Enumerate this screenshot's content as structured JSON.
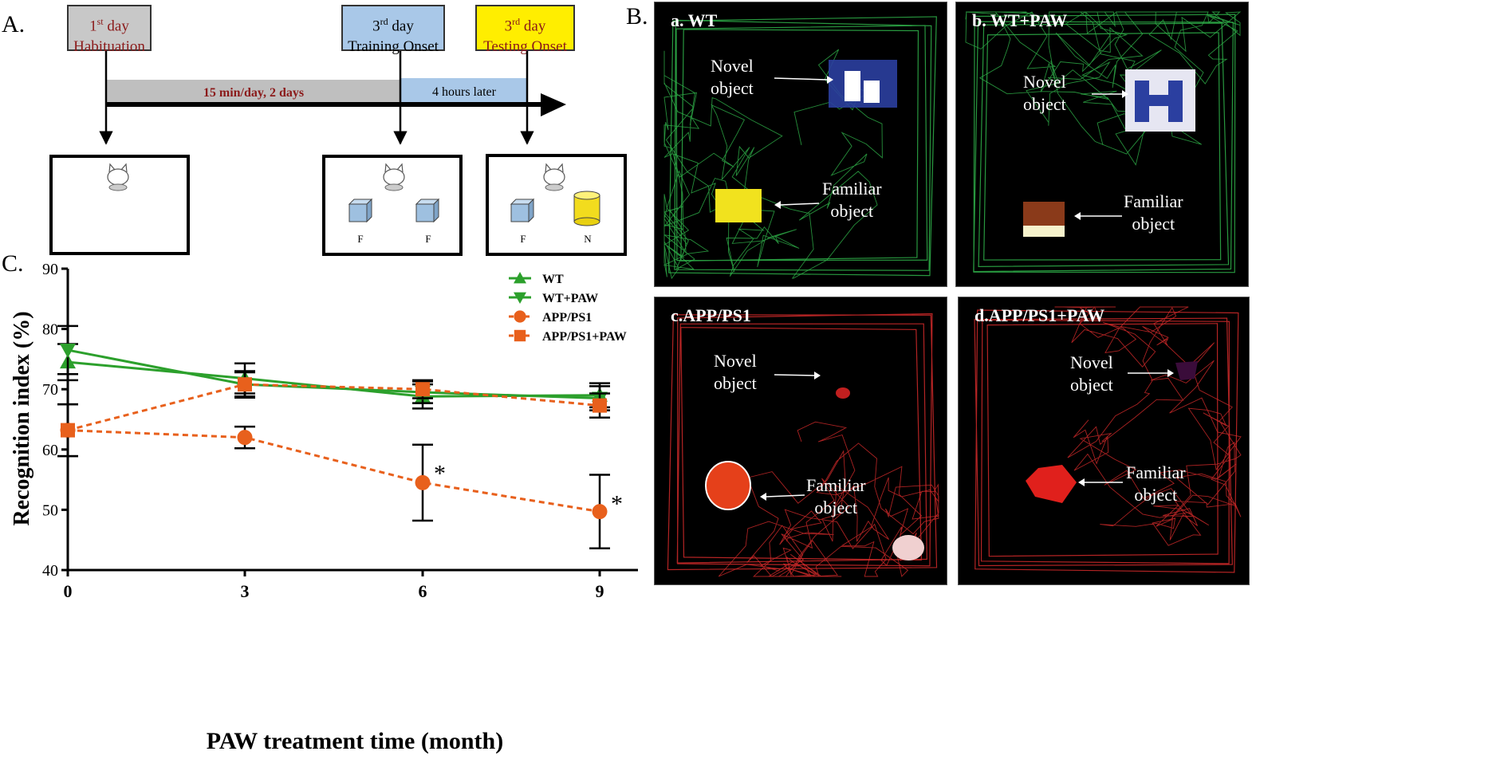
{
  "panel_a": {
    "label": "A.",
    "day1": {
      "day": "1",
      "suffix": "st",
      "word": " day",
      "event": "Habituation",
      "bg": "#c8c8c8",
      "color": "#8b1a1a"
    },
    "day3_training": {
      "day": "3",
      "suffix": "rd",
      "word": " day",
      "event": "Training Onset",
      "bg": "#a9c8e8",
      "color": "#000000"
    },
    "day3_testing": {
      "day": "3",
      "suffix": "rd",
      "word": " day",
      "event": "Testing Onset",
      "bg": "#ffee00",
      "color": "#8b1a1a"
    },
    "bar_habituation": "15 min/day, 2 days",
    "bar_delay": "4  hours later",
    "object_labels": {
      "f": "F",
      "n": "N"
    }
  },
  "panel_b": {
    "label": "B.",
    "arenas": [
      {
        "title": "a. WT",
        "novel": [
          "Novel",
          "object"
        ],
        "familiar": [
          "Familiar",
          "object"
        ],
        "track_color": "#2fb34a"
      },
      {
        "title": "b. WT+PAW",
        "novel": [
          "Novel",
          "object"
        ],
        "familiar": [
          "Familiar",
          "object"
        ],
        "track_color": "#2fb34a"
      },
      {
        "title": "c.APP/PS1",
        "novel": [
          "Novel",
          "object"
        ],
        "familiar": [
          "Familiar",
          "object"
        ],
        "track_color": "#d42a2a"
      },
      {
        "title": "d.APP/PS1+PAW",
        "novel": [
          "Novel",
          "object"
        ],
        "familiar": [
          "Familiar",
          "object"
        ],
        "track_color": "#d42a2a"
      }
    ]
  },
  "panel_c": {
    "label": "C.",
    "chart_data": {
      "type": "line",
      "xlabel": "PAW treatment time (month)",
      "ylabel": "Recognition index (%)",
      "x": [
        0,
        3,
        6,
        9
      ],
      "xticks": [
        "0",
        "3",
        "6",
        "9"
      ],
      "ylim": [
        40,
        90
      ],
      "yticks": [
        "40",
        "50",
        "60",
        "70",
        "80",
        "90"
      ],
      "legend_position": "top-right",
      "series": [
        {
          "name": "WT",
          "values": [
            74.5,
            71.8,
            68.8,
            69.0
          ],
          "err": [
            3.0,
            2.5,
            2.0,
            2.0
          ],
          "color": "#2ca02c",
          "marker": "triangle-up",
          "dash": false
        },
        {
          "name": "WT+PAW",
          "values": [
            76.5,
            70.8,
            69.5,
            68.5
          ],
          "err": [
            4.0,
            2.2,
            1.8,
            2.0
          ],
          "color": "#2ca02c",
          "marker": "triangle-down",
          "dash": false
        },
        {
          "name": "APP/PS1",
          "values": [
            63.2,
            62.0,
            54.5,
            49.7
          ],
          "err": [
            4.3,
            1.8,
            6.3,
            6.1
          ],
          "color": "#e8601c",
          "marker": "circle",
          "dash": true
        },
        {
          "name": "APP/PS1+PAW",
          "values": [
            63.2,
            70.8,
            70.0,
            67.3
          ],
          "err": [
            4.3,
            2.0,
            1.5,
            2.0
          ],
          "color": "#e8601c",
          "marker": "square",
          "dash": true
        }
      ],
      "annotations": [
        {
          "text": "*",
          "x": 6,
          "y": 55.0
        },
        {
          "text": "*",
          "x": 9,
          "y": 50.0
        }
      ]
    }
  }
}
